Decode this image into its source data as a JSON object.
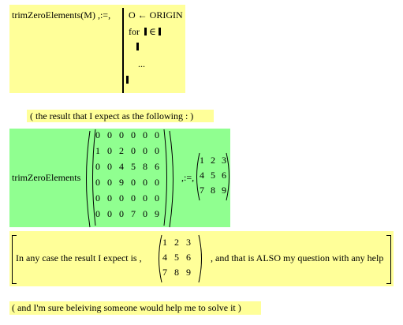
{
  "definition": {
    "lhs": "trimZeroElements(M) ,:=,",
    "program_line_1": "O ← ORIGIN",
    "program_line_2_keyword": "for",
    "program_line_2_operator": "∈",
    "program_line_4": "..."
  },
  "note1": {
    "text": "( the result that I expect as the following : )"
  },
  "call": {
    "function_name": "trimZeroElements",
    "eval_operator": ",:=,",
    "input_matrix": [
      [
        "0",
        "0",
        "0",
        "0",
        "0",
        "0"
      ],
      [
        "1",
        "0",
        "2",
        "0",
        "0",
        "0"
      ],
      [
        "0",
        "0",
        "4",
        "5",
        "8",
        "6"
      ],
      [
        "0",
        "0",
        "9",
        "0",
        "0",
        "0"
      ],
      [
        "0",
        "0",
        "0",
        "0",
        "0",
        "0"
      ],
      [
        "0",
        "0",
        "0",
        "7",
        "0",
        "9"
      ]
    ],
    "result_matrix": [
      [
        "1",
        "2",
        "3"
      ],
      [
        "4",
        "5",
        "6"
      ],
      [
        "7",
        "8",
        "9"
      ]
    ]
  },
  "statement": {
    "text_before": "In any case the result I expect is ,",
    "text_after": ", and that is ALSO my question with any help",
    "matrix": [
      [
        "1",
        "2",
        "3"
      ],
      [
        "4",
        "5",
        "6"
      ],
      [
        "7",
        "8",
        "9"
      ]
    ]
  },
  "note2": {
    "text": "( and I'm sure beleiving someone would help me to solve it )"
  },
  "colors": {
    "yellow_region": "#ffff99",
    "green_region": "#90ff90"
  }
}
